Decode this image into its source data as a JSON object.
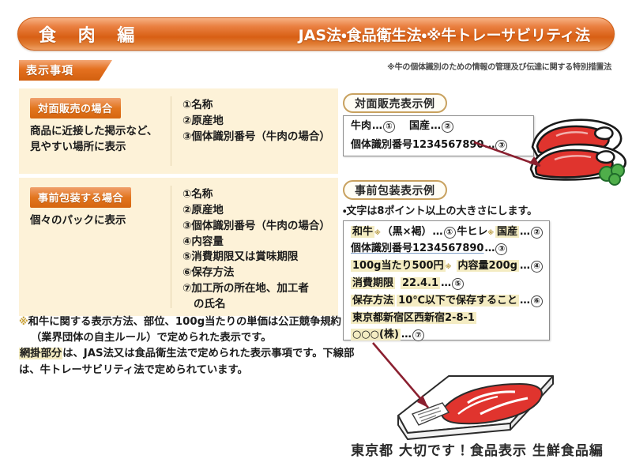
{
  "header": {
    "title": "食 肉 編",
    "laws": "JAS法・食品衛生法・※牛トレーサビリティ法",
    "note": "※牛の個体識別のための情報の管理及び伝達に関する特別措置法",
    "section_tab": "表示事項",
    "colors": {
      "orange": "#db5f16",
      "cream": "#fdf2d8",
      "mesh": "#f4ecc2",
      "tag_border": "#c8a15f",
      "arrow": "#8b2030"
    }
  },
  "table": {
    "rows": [
      {
        "chip": "対面販売の場合",
        "method": "商品に近接した掲示など、見やすい場所に表示",
        "items": [
          "①名称",
          "②原産地",
          "③個体識別番号（牛肉の場合）"
        ]
      },
      {
        "chip": "事前包装する場合",
        "method": "個々のパックに表示",
        "items": [
          "①名称",
          "②原産地",
          "③個体識別番号（牛肉の場合）",
          "④内容量",
          "⑤消費期限又は賞味期限",
          "⑥保存方法",
          "⑦加工所の所在地、加工者",
          "の氏名"
        ]
      }
    ]
  },
  "footnote": {
    "mark": "※",
    "para1": "和牛に関する表示方法、部位、100g当たりの単価は公正競争規約（業界団体の自主ルール）で定められた表示です。",
    "para2_mesh": "網掛部分",
    "para2_rest": "は、JAS法又は食品衛生法で定められた表示事項です。下線部は、牛トレーサビリティ法で定められています。"
  },
  "examples": {
    "face_to_face": {
      "tag": "対面販売表示例",
      "line1": {
        "name": "牛肉",
        "dots": "…",
        "num1": "①",
        "origin": "国産",
        "num2": "②"
      },
      "line2": {
        "id_label": "個体識別番号1234567890",
        "dots": "…",
        "num": "③"
      }
    },
    "prepackaged": {
      "tag": "事前包装表示例",
      "note": "・文字は8ポイント以上の大きさにします。",
      "lines": [
        {
          "cells": [
            {
              "text": "和牛",
              "mesh": true,
              "star": true
            },
            {
              "text": "（黒×褐）",
              "mesh": false
            },
            {
              "dots": "…",
              "num": "①"
            },
            {
              "text": "牛ヒレ",
              "mesh": false,
              "star": true
            },
            {
              "text": "国産",
              "mesh": true
            },
            {
              "dots": "…",
              "num": "②"
            }
          ]
        },
        {
          "cells": [
            {
              "text": "個体識別番号1234567890",
              "underline": true
            },
            {
              "dots": "…",
              "num": "③"
            }
          ]
        },
        {
          "cells": [
            {
              "text": "100g当たり500円",
              "mesh": true,
              "star": true
            },
            {
              "text": "内容量200g",
              "mesh": true
            },
            {
              "dots": "…",
              "num": "④"
            }
          ]
        },
        {
          "cells": [
            {
              "text": "消費期限",
              "mesh": true
            },
            {
              "text": "22.4.1",
              "mesh": true
            },
            {
              "dots": "…",
              "num": "⑤"
            }
          ]
        },
        {
          "cells": [
            {
              "text": "保存方法",
              "mesh": true
            },
            {
              "text": "10℃以下で保存すること",
              "mesh": true
            },
            {
              "dots": "…",
              "num": "⑥"
            }
          ]
        },
        {
          "cells": [
            {
              "text": "東京都新宿区西新宿2-8-1",
              "mesh": true
            }
          ]
        },
        {
          "cells": [
            {
              "text": "○○○(株)",
              "mesh": true
            },
            {
              "dots": "…",
              "num": "⑦"
            }
          ]
        }
      ]
    }
  },
  "illustrations": {
    "steak": "sliced-beef-with-parsley",
    "tray": "packaged-meat-tray-with-label",
    "arrow_face": "arrow-to-price-tag",
    "arrow_pack": "arrow-to-tray-label"
  },
  "caption": "東京都 大切です！食品表示  生鮮食品編"
}
